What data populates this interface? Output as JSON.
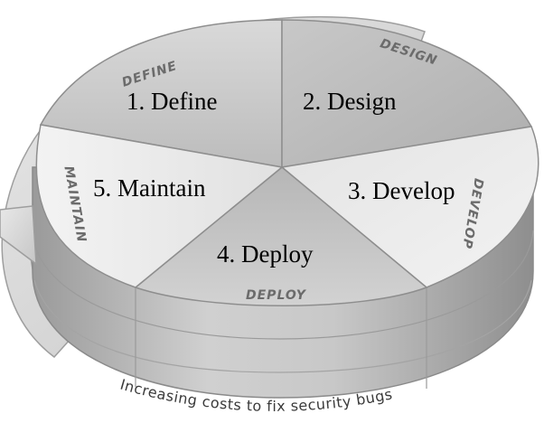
{
  "phases": [
    {
      "label": "1. Define",
      "rim_label": "DEFINE"
    },
    {
      "label": "2. Design",
      "rim_label": "DESIGN"
    },
    {
      "label": "3. Develop",
      "rim_label": "DEVELOP"
    },
    {
      "label": "4. Deploy",
      "rim_label": "DEPLOY"
    },
    {
      "label": "5. Maintain",
      "rim_label": "MAINTAIN"
    }
  ],
  "caption": "Increasing costs to fix security bugs",
  "colors": {
    "slice_define": "#c9c9c9",
    "slice_design": "#b9b9b9",
    "slice_develop": "#e6e6e6",
    "slice_deploy": "#c4c4c4",
    "slice_maintain": "#ebebeb",
    "side": "#b4b4b4",
    "arrow": "#d8d8d8",
    "rim_text": "#6b6b6b"
  }
}
